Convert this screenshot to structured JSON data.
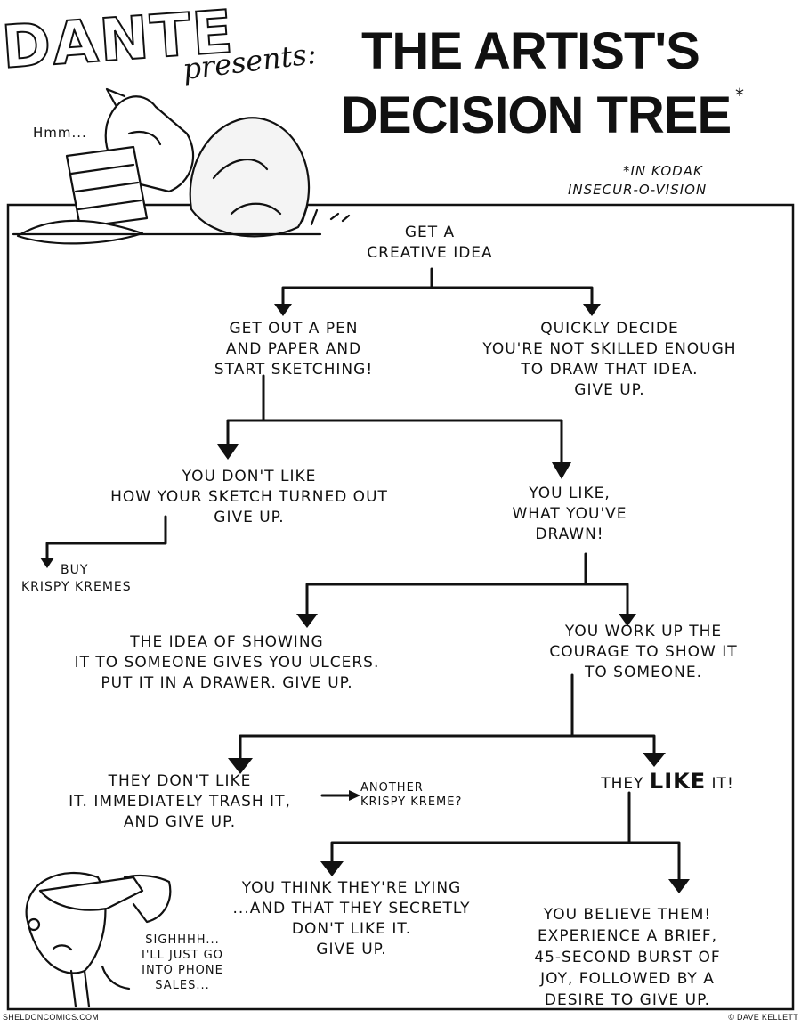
{
  "header": {
    "dante": "DANTE",
    "presents": "presents:",
    "title_line1": "THE ARTIST'S",
    "title_line2": "DECISION TREE",
    "asterisk": "*",
    "footnote_line1": "*IN KODAK",
    "footnote_line2": "INSECUR-O-VISION",
    "hmm": "Hmm..."
  },
  "nodes": {
    "root": [
      "GET A",
      "CREATIVE IDEA"
    ],
    "sketch": [
      "GET OUT A PEN",
      "AND PAPER AND",
      "START SKETCHING!"
    ],
    "not_skilled": [
      "QUICKLY DECIDE",
      "YOU'RE NOT SKILLED ENOUGH",
      "TO DRAW THAT IDEA.",
      "GIVE UP."
    ],
    "dont_like_sketch": [
      "YOU DON'T LIKE",
      "HOW YOUR SKETCH TURNED OUT",
      "GIVE UP."
    ],
    "like_drawn": [
      "YOU LIKE,",
      "WHAT YOU'VE",
      "DRAWN!"
    ],
    "krispy": [
      "BUY",
      "KRISPY KREMES"
    ],
    "ulcers": [
      "THE IDEA OF SHOWING",
      "IT TO SOMEONE GIVES YOU ULCERS.",
      "PUT IT IN A DRAWER. GIVE UP."
    ],
    "courage": [
      "YOU WORK UP THE",
      "COURAGE TO SHOW IT",
      "TO SOMEONE."
    ],
    "they_dont_like": [
      "THEY DON'T LIKE",
      "IT. IMMEDIATELY TRASH IT,",
      "AND GIVE UP."
    ],
    "another_kreme": [
      "ANOTHER",
      "KRISPY KREME?"
    ],
    "they_like": {
      "pre": "THEY",
      "emph": "LIKE",
      "post": "IT!"
    },
    "lying": [
      "YOU THINK THEY'RE LYING",
      "...AND THAT THEY SECRETLY",
      "DON'T LIKE IT.",
      "GIVE UP."
    ],
    "believe": [
      "YOU BELIEVE THEM!",
      "EXPERIENCE A BRIEF,",
      "45-SECOND BURST OF",
      "JOY, FOLLOWED BY A",
      "DESIRE TO GIVE UP."
    ]
  },
  "speech": [
    "SIGHHHH...",
    "I'LL JUST GO",
    "INTO PHONE",
    "SALES..."
  ],
  "footer": {
    "left": "SHELDONCOMICS.COM",
    "right": "© DAVE KELLETT"
  },
  "colors": {
    "ink": "#111111",
    "paper": "#ffffff"
  }
}
